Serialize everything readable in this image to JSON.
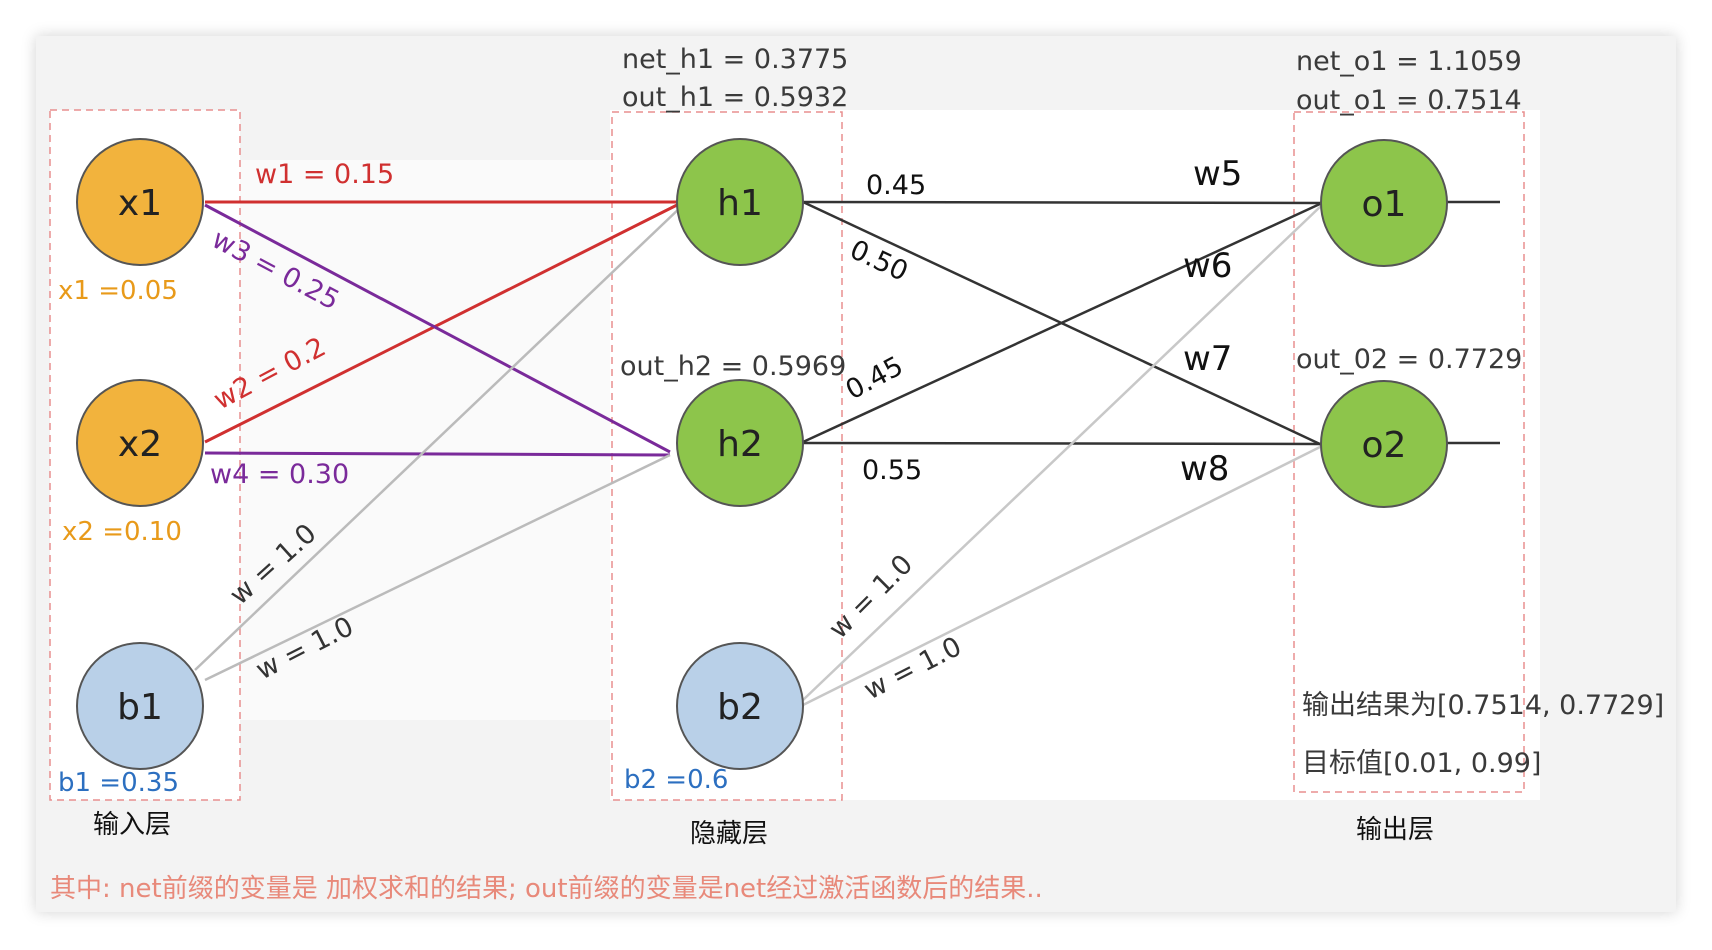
{
  "nodes": {
    "x1": "x1",
    "x2": "x2",
    "b1": "b1",
    "h1": "h1",
    "h2": "h2",
    "b2": "b2",
    "o1": "o1",
    "o2": "o2"
  },
  "weights": {
    "w1": "w1 = 0.15",
    "w2": "w2 = 0.2",
    "w3": "w3 = 0.25",
    "w4": "w4 = 0.30",
    "w5_name": "w5",
    "w5_val": "0.45",
    "w6_name": "w6",
    "w6_val": "0.50",
    "w7_name": "w7",
    "w7_val": "0.45",
    "w8_name": "w8",
    "w8_val": "0.55",
    "b1_h1": "w = 1.0",
    "b1_h2": "w = 1.0",
    "b2_o1": "w = 1.0",
    "b2_o2": "w = 1.0"
  },
  "values": {
    "x1": "x1 =0.05",
    "x2": "x2 =0.10",
    "b1": "b1 =0.35",
    "b2": "b2 =0.6",
    "net_h1": "net_h1 = 0.3775",
    "out_h1": "out_h1 = 0.5932",
    "out_h2": "out_h2 = 0.5969",
    "net_o1": "net_o1 = 1.1059",
    "out_o1": "out_o1 = 0.7514",
    "out_o2": "out_02 = 0.7729"
  },
  "layers": {
    "input": "输入层",
    "hidden": "隐藏层",
    "output": "输出层"
  },
  "results": {
    "output": "输出结果为[0.7514, 0.7729]",
    "target": "目标值[0.01, 0.99]"
  },
  "note": "其中: net前缀的变量是 加权求和的结果; out前缀的变量是net经过激活函数后的结果..",
  "colors": {
    "input_node": "#f2b33d",
    "hidden_node": "#8dc54b",
    "bias_node": "#b9d0e8",
    "red_edge": "#d03030",
    "purple_edge": "#7a2a9a",
    "gray_edge": "#b8b8b8",
    "dark_edge": "#333333",
    "dash_box": "#e88f8f"
  }
}
